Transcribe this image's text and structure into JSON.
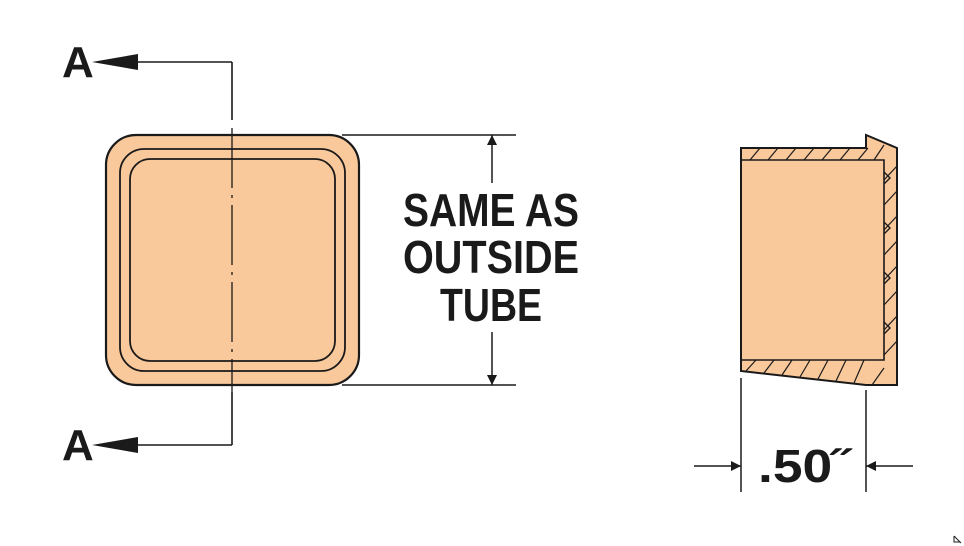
{
  "section_labels": {
    "top": "A",
    "bottom": "A"
  },
  "dimension_text": [
    "SAME AS",
    "OUTSIDE",
    "TUBE"
  ],
  "length_dimension": ".50˝",
  "colors": {
    "fill": "#F9C89B",
    "stroke": "#1a1a1a",
    "background": "#ffffff"
  }
}
